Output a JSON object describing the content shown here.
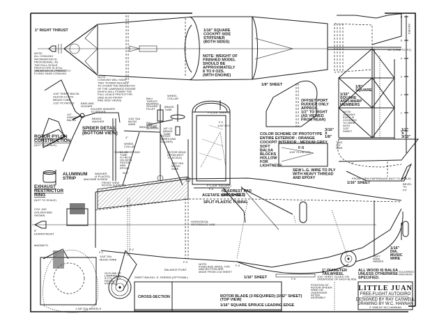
{
  "plan": {
    "title": "LITTLE JUAN",
    "subtitle": "FREE-FLIGHT AUTOGIRO",
    "designed_by": "DESIGNED BY RAY CASWELL",
    "drawn_by": "DRAWING BY W.C. HANNAN",
    "copyright": "© 1986 BY W.C.HANNAN"
  },
  "scale": {
    "label": "INCHES",
    "ticks": [
      "6",
      "5",
      "4",
      "3",
      "2",
      "1",
      "0"
    ]
  },
  "top_view": {
    "right_thrust": "1° RIGHT THRUST",
    "cowl_note": [
      "NOTE:",
      "ALL COWLING",
      "INFORMATION IS",
      "PROVISIONAL, AS",
      "THE FULL-SCALE",
      "PROTOTYPE IS STILL",
      "UNDER DEVELOPMENT"
    ],
    "presently_note": [
      "THE MODEL IS PRESENTLY",
      "FLYING SANS COWLING"
    ],
    "cowl_note2": [
      "NOTE:",
      "COWLING WILL HAVE",
      "TWO \"POWER BULGES\"",
      "TO COVER THE MAGNETOS",
      "OF THE LAWRANCE ENGINE",
      "WHICH WILL POWER THE",
      "FULL-SCALE PROTOTYPE.",
      "(SEE ALSO FRONT",
      "AND SIDE VIEWS)"
    ],
    "cockpit_stiffener": [
      "1/16\" SQUARE",
      "COCKPIT SIDE",
      "STIFFENER",
      "(BOTH SIDES)"
    ],
    "weight_note": [
      "NOTE: WEIGHT OF",
      "FINISHED MODEL",
      "SHOULD BE",
      "APPROXIMATELY",
      "8 TO 9 OZS.",
      "(WITH ENGINE)"
    ],
    "trim_note": "1/4\" (TRIM TO FIT)"
  },
  "pylon": {
    "items": [
      "1/16\" SHEET BALSA",
      "SILKON CLOTH",
      "BRASS TUBE",
      "1/16\" PLYWOOD"
    ],
    "sheet_balsa": [
      "1/4\"",
      "SHEET",
      "BALSA"
    ],
    "bind_solder": [
      "BIND AND",
      "SOLDER"
    ],
    "solder_washer": [
      "SOLDER WASHER",
      "TO SPIDER"
    ],
    "brass_washer": [
      "BRASS",
      "WASHER"
    ],
    "spider_detail": "SPIDER DETAIL",
    "bottom_view": "(BOTTOM VIEW)",
    "pylon_label": [
      "ROTOR PYLON",
      "CONSTRUCTION"
    ],
    "not_to_scale": "(NOT TO SCALE)",
    "music_wire": [
      "1/16\" DIA",
      "MUSIC",
      "WIRE"
    ]
  },
  "rotor_head": {
    "ball_bearing_top": [
      "BALL",
      "THRUST",
      "BEARING"
    ],
    "solder_fillet": [
      "SOLDER",
      "FILLET"
    ],
    "ball_bearing_bottom": [
      "BALL",
      "THRUST",
      "BEARING"
    ],
    "wheel_collar": [
      "WHEEL",
      "COLLAR"
    ],
    "brass_tube": [
      "BRASS",
      "TUBE"
    ],
    "brass_tube2": "BRASS TUBE",
    "angle": "4°",
    "id_brass": [
      "1/8\" I.D.",
      "BRASS",
      "TUBE"
    ],
    "epoxy": [
      "(EPOXY",
      "WIRES AND",
      "SOLDER)"
    ],
    "wheel_collar2": [
      "WHEEL",
      "COLLAR"
    ],
    "brass_held": [
      "BRASS",
      "TUBE",
      "IS HELD",
      "ON WITH",
      "SILKON",
      "AND",
      "EPOXY"
    ],
    "detail_label": [
      "ROTOR HEAD",
      "DETAIL(NOT",
      "TO SCALE)"
    ],
    "music_wire2": [
      "1/16\" DIA",
      "MUSIC",
      "WIRE"
    ],
    "small_oil": "SMALL OIL SPRING",
    "washer": [
      "WASHER",
      "(4 PLACES)"
    ],
    "machine_screw": "MACHINE SCREW",
    "nut": "NUT",
    "front_support": [
      "FRONT VIEW",
      "ROTOR SUPPORT"
    ]
  },
  "exhaust": {
    "aluminum": [
      "ALUMINUM",
      "STRIP"
    ],
    "label": [
      "EXHAUST",
      "RESTRICTOR",
      "RING"
    ],
    "not_to_scale": "(NOT TO SCALE)"
  },
  "front_view": {
    "f3": "F-3 (1/8\" SHEET)",
    "f2": "F-2",
    "f2_ply": "1/16\" PLY",
    "f1": "F-1 (1/8\" SQUARE)",
    "f4": "F-4",
    "windshield": "ACETATE WINDSHIELD",
    "split_tubing": "SPLIT PLASTIC TUBING",
    "headrest": [
      "HEADREST PAD",
      "(1/8\" SHEET)"
    ]
  },
  "rudder": {
    "sheet": "1/8\" SHEET",
    "offset_note": [
      "OFFSET PORT",
      "RUDDER ONLY",
      "APPROX.",
      "1/2\" TO RIGHT",
      "(AS VIEWED",
      "FROM REAR)"
    ],
    "square": [
      "1/8\"",
      "SQUARE"
    ],
    "anti_warp": [
      "1/16\"",
      "SQUARE",
      "ANTI-WARP",
      "MEMBERS"
    ],
    "covered_note": [
      "NOTE:",
      "LEADING",
      "EDGE IS",
      "COVERED",
      "TO HERE",
      "WITH",
      "1/32\"",
      "SHEET"
    ],
    "dim_left": [
      "3/16\"",
      "X",
      "1/8\""
    ],
    "dim_right": [
      "1/2\"",
      "X",
      "3/32\""
    ],
    "two_members": [
      "TWO",
      "3/4\"",
      "RIBS"
    ],
    "empennage": "FRONT VIEW EMPENNAGE (NOT TO SCALE)",
    "bevel": [
      "BEVEL",
      "TO",
      "FIT"
    ],
    "sheet_16": "1/16\" SHEET",
    "dim_2": "2\""
  },
  "color_scheme": {
    "title": "COLOR SCHEME OF PROTOTYPE",
    "exterior": "ENTIRE EXTERIOR : ORANGE",
    "interior": "COCKPIT INTERIOR : MEDIUM GREY"
  },
  "side_view": {
    "soft_balsa": [
      "SOFT",
      "BALSA",
      "BLOCKS",
      "HOLLOW",
      "FOR",
      "LIGHTNESS"
    ],
    "f5": "F-5",
    "f5_ply": "1/16\" PLYWOOD",
    "sew_wire": [
      "SEW L.G. WIRE TO PLY",
      "WITH HEAVY THREAD",
      "AND EPOXY"
    ],
    "horizontal_ref": [
      "HORIZONTAL",
      "REFERENCE LINE"
    ],
    "cox_engine": [
      "COX .049",
      "GOLDEN BEE",
      "SHOWN"
    ],
    "downthrust": [
      "5°",
      "DOWNTHRUST"
    ],
    "magneto": "MAGNETO",
    "f1": "F-1",
    "f2": "F-2",
    "f3": "F-3",
    "f4": "F-4",
    "f6": "F-6",
    "music_wire": [
      "1/16\" DIA",
      "MUSIC WIRE"
    ],
    "lawrance_outline": [
      "OUTLINE OF",
      "LAWRANCE",
      "5-CYL. L.C.V.",
      "RADIAL",
      "ENGINE"
    ],
    "balance_point": "BALANCE POINT",
    "fuselage_note": [
      "NOTE:",
      "FUSELAGE SIDES, TOP,",
      "AND BOTTOM ARE",
      "MADE FROM 1/16 SHEET"
    ],
    "fairing": "SHEET BALSA L.G. FAIRING (OPTIONAL)",
    "wheels": "1 3/8\" DIA. WHEELS",
    "tailwheel": [
      "1\" DIAMETER",
      "TAILWHEEL"
    ],
    "soft_wire": [
      "SOFT",
      "WIRE",
      "HINGES"
    ],
    "tail_wire": [
      "1/16\"",
      "DIA.",
      "MUSIC",
      "WIRE"
    ],
    "soldered": [
      "SOLDERED",
      "WASHERS"
    ],
    "all_wood": [
      "ALL WOOD IS BALSA",
      "UNLESS OTHERWISE",
      "SPECIFIED."
    ],
    "sheet_16": "1/16\" SHEET",
    "glued_note": [
      "1/16\" SHEET GLUED ON",
      "UNDERSIDE OF EACH BLADE"
    ]
  },
  "rotor_blade": {
    "cross_section": "CROSS-SECTION",
    "label": "ROTOR BLADE (3 REQUIRED) (3/32\" SHEET)",
    "top_view": "(TOP VIEW)",
    "leading_edge": "1/16\" SQUARE SPRUCE LEADING EDGE",
    "position_note": [
      "POSITION OF",
      "ROTOR SPIDER",
      "WIRE ON",
      "UNDERSIDE",
      "AFTER",
      "ASSEMBLY"
    ]
  }
}
